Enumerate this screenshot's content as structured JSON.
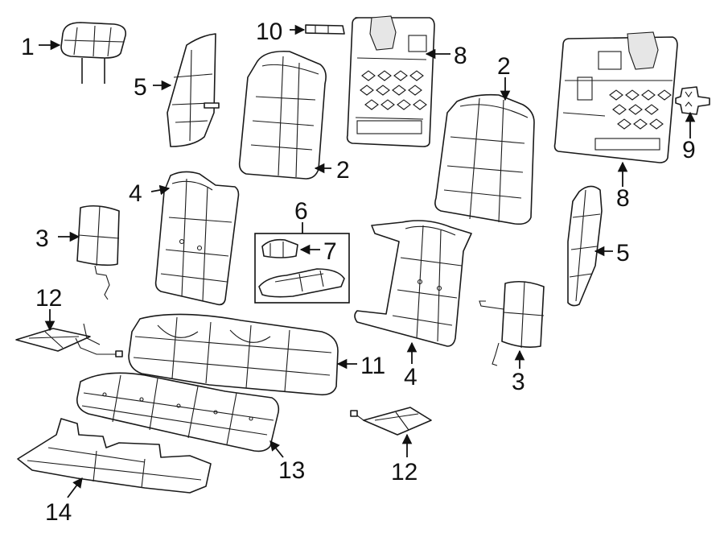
{
  "callouts": {
    "c1": "1",
    "c2a": "2",
    "c2b": "2",
    "c3a": "3",
    "c3b": "3",
    "c4a": "4",
    "c4b": "4",
    "c5a": "5",
    "c5b": "5",
    "c6": "6",
    "c7": "7",
    "c8a": "8",
    "c8b": "8",
    "c9": "9",
    "c10": "10",
    "c11": "11",
    "c12a": "12",
    "c12b": "12",
    "c13": "13",
    "c14": "14"
  }
}
